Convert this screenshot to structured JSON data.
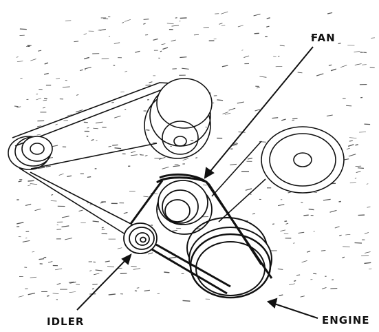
{
  "labels": {
    "fan": "FAN",
    "idler": "IDLER",
    "engine": "ENGINE"
  },
  "colors": {
    "line": "#111111",
    "background": "#ffffff",
    "texture": "#555555"
  }
}
